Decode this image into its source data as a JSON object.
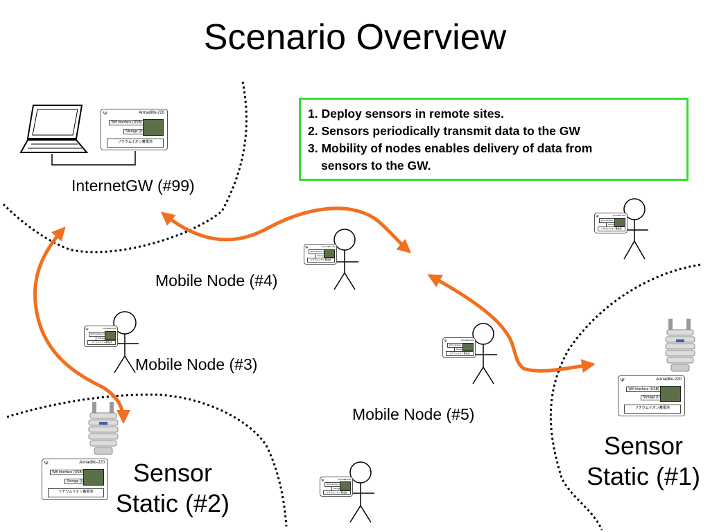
{
  "title": "Scenario Overview",
  "info_box": {
    "line1": "1. Deploy sensors in remote sites.",
    "line2": "2. Sensors periodically transmit data to the GW",
    "line3a": "3. Mobility of nodes enables delivery of data from",
    "line3b": "sensors to the GW."
  },
  "labels": {
    "gateway": "InternetGW (#99)",
    "mobile4": "Mobile Node (#4)",
    "mobile3": "Mobile Node (#3)",
    "mobile5": "Mobile Node (#5)",
    "static1_a": "Sensor",
    "static1_b": "Static (#1)",
    "static2_a": "Sensor",
    "static2_b": "Static (#2)"
  },
  "device": {
    "model": "Armadillo-220",
    "wifi": "Wifi Interface (USB)",
    "storage": "Storage (USB)",
    "battery": "リチウムイオン蓄電池",
    "antenna_symbol": "Ψ"
  },
  "colors": {
    "arrow": "#f07020",
    "box_border": "#33dd33",
    "boundary": "#000000"
  }
}
